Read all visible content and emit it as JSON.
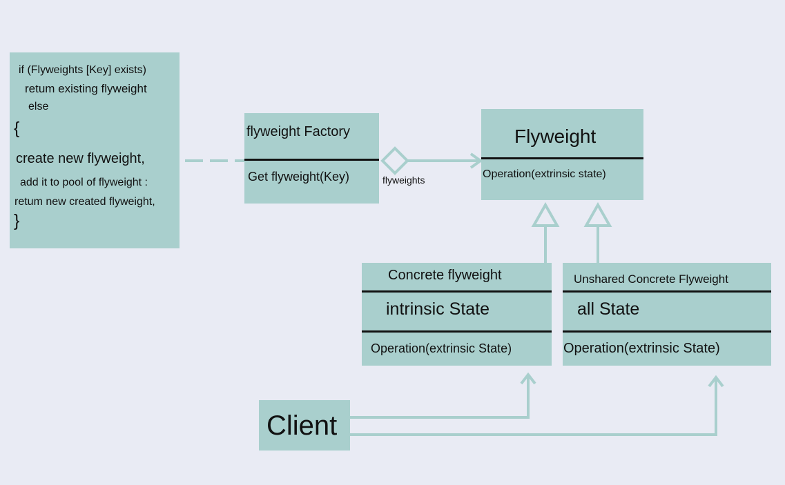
{
  "note": {
    "line1": "if (Flyweights [Key] exists)",
    "line2": "retum existing flyweight",
    "line3": "else",
    "brace_open": "{",
    "line4": "create new flyweight,",
    "line5": "add it to pool of flyweight :",
    "line6": "retum new created flyweight,",
    "brace_close": "}"
  },
  "factory": {
    "title": "flyweight Factory",
    "method": "Get flyweight(Key)"
  },
  "aggregation_label": "flyweights",
  "flyweight": {
    "title": "Flyweight",
    "method": "Operation(extrinsic state)"
  },
  "concrete": {
    "title": "Concrete flyweight",
    "state": "intrinsic State",
    "method": "Operation(extrinsic State)"
  },
  "unshared": {
    "title": "Unshared Concrete Flyweight",
    "state": "all State",
    "method": "Operation(extrinsic State)"
  },
  "client": {
    "title": "Client"
  },
  "colors": {
    "background": "#e9ebf4",
    "box_fill": "#a9cfcd",
    "connector": "#a9cfcd",
    "text": "#111111"
  }
}
